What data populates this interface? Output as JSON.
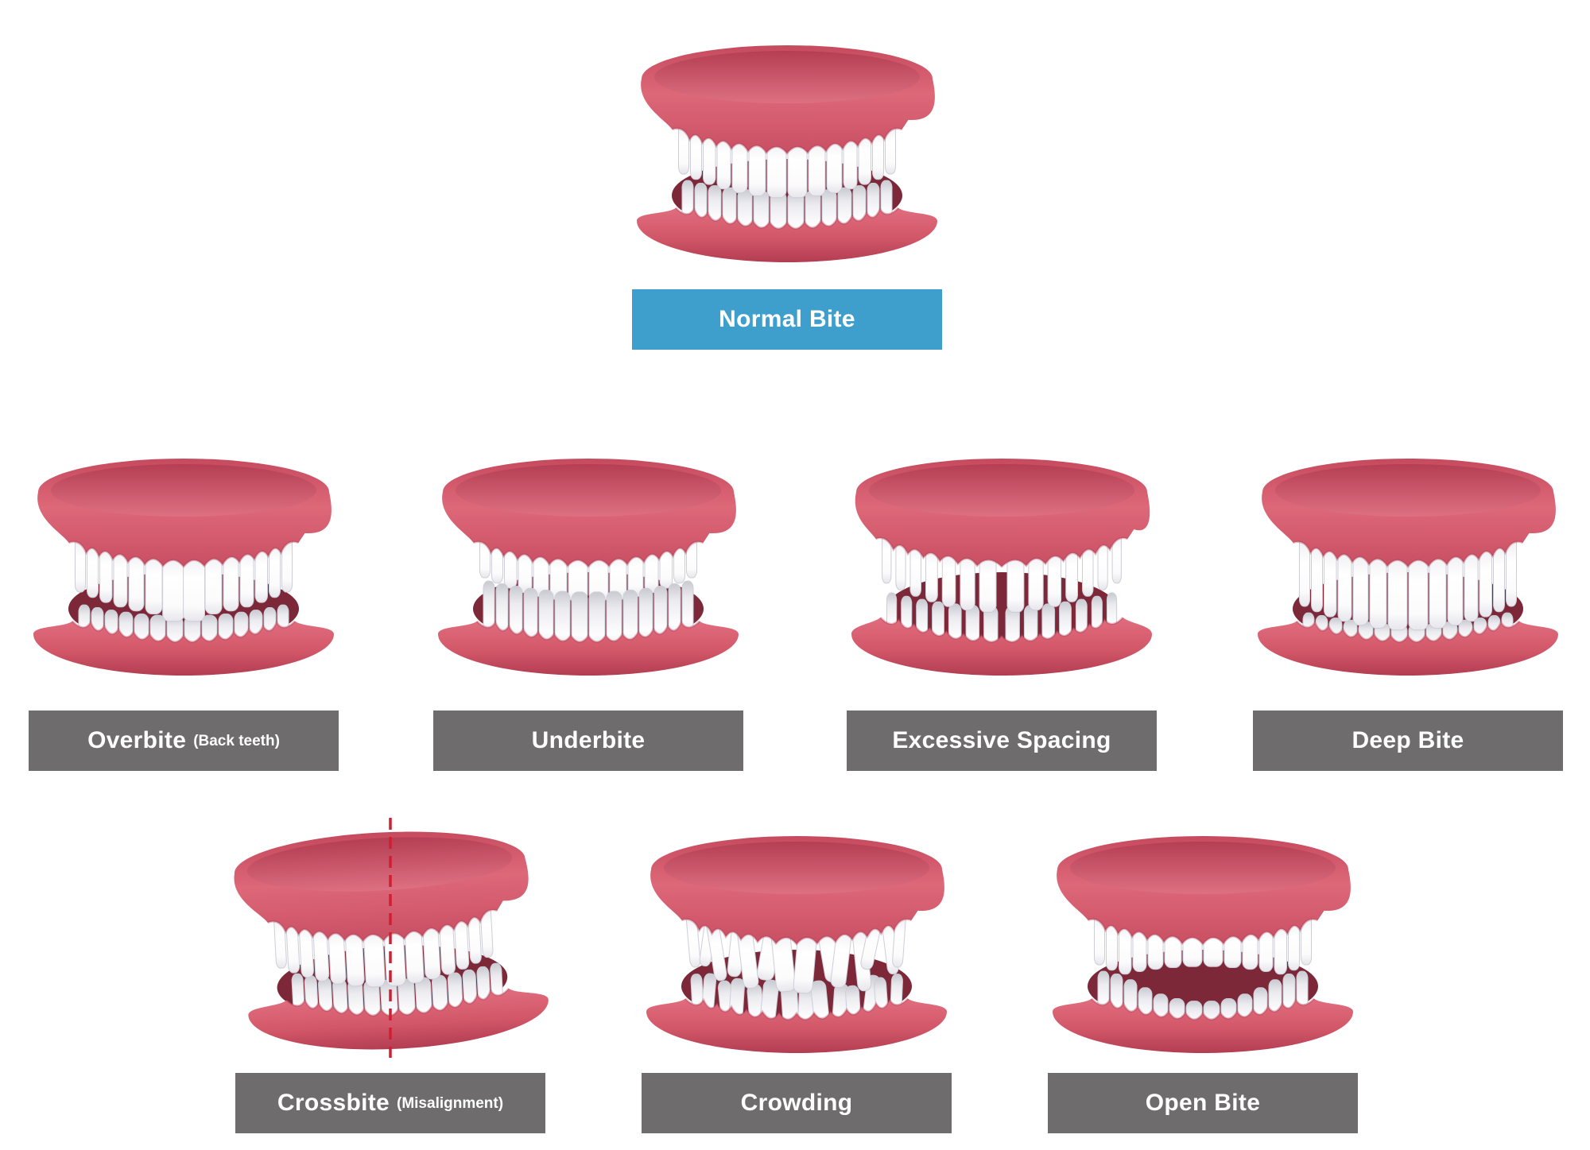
{
  "diagram": {
    "colors": {
      "background": "#ffffff",
      "label_blue": "#3f9fcc",
      "label_gray": "#6e6c6c",
      "label_text": "#ffffff",
      "gum_main": "#d25a6c",
      "gum_dark": "#b23d52",
      "gum_light": "#e06d7e",
      "tooth": "#ffffff",
      "tooth_shade": "#d6d7dd",
      "mouth_shadow": "#7c2838",
      "midline_dash": "#d01f30"
    },
    "figures": [
      {
        "id": "normal-bite",
        "label": "Normal Bite",
        "sublabel": "",
        "variant": "normal",
        "label_style": "blue"
      },
      {
        "id": "overbite",
        "label": "Overbite",
        "sublabel": "(Back teeth)",
        "variant": "overbite",
        "label_style": "gray"
      },
      {
        "id": "underbite",
        "label": "Underbite",
        "sublabel": "",
        "variant": "underbite",
        "label_style": "gray"
      },
      {
        "id": "excessive-spacing",
        "label": "Excessive Spacing",
        "sublabel": "",
        "variant": "spacing",
        "label_style": "gray"
      },
      {
        "id": "deep-bite",
        "label": "Deep Bite",
        "sublabel": "",
        "variant": "deepbite",
        "label_style": "gray"
      },
      {
        "id": "crossbite",
        "label": "Crossbite",
        "sublabel": "(Misalignment)",
        "variant": "crossbite",
        "label_style": "gray"
      },
      {
        "id": "crowding",
        "label": "Crowding",
        "sublabel": "",
        "variant": "crowding",
        "label_style": "gray"
      },
      {
        "id": "open-bite",
        "label": "Open Bite",
        "sublabel": "",
        "variant": "openbite",
        "label_style": "gray"
      }
    ]
  }
}
